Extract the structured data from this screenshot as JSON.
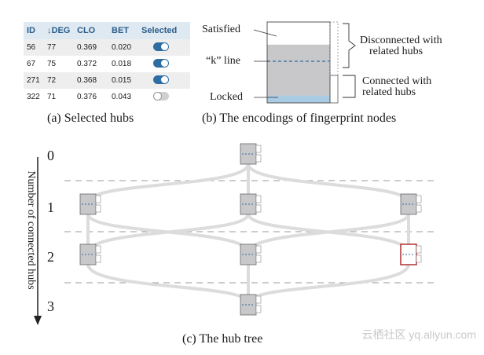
{
  "table": {
    "headers": [
      "ID",
      "↓DEG",
      "CLO",
      "BET",
      "Selected"
    ],
    "rows": [
      {
        "id": "56",
        "deg": "77",
        "clo": "0.369",
        "bet": "0.020",
        "selected": true
      },
      {
        "id": "67",
        "deg": "75",
        "clo": "0.372",
        "bet": "0.018",
        "selected": true
      },
      {
        "id": "271",
        "deg": "72",
        "clo": "0.368",
        "bet": "0.015",
        "selected": true
      },
      {
        "id": "322",
        "deg": "71",
        "clo": "0.376",
        "bet": "0.043",
        "selected": false
      }
    ],
    "toggle_on_color": "#2e6da4",
    "toggle_off_color": "#cfcfcf"
  },
  "captions": {
    "a": "(a) Selected hubs",
    "b": "(b) The encodings of fingerprint nodes",
    "c": "(c) The hub tree"
  },
  "encoding": {
    "satisfied": "Satisfied",
    "k_line": "“k” line",
    "locked": "Locked",
    "disconnected_line1": "Disconnected with",
    "disconnected_line2": "related hubs",
    "connected_line1": "Connected with",
    "connected_line2": "related hubs",
    "satisfied_fill_fraction": 0.72,
    "locked_fill_fraction": 0.09,
    "gray_fill": "#c8c8ca",
    "blue_fill": "#a9cbe4"
  },
  "tree": {
    "axis_label": "Number of connected hubs",
    "levels": [
      "0",
      "1",
      "2",
      "3"
    ],
    "highlight_color": "#b03030",
    "node_fill": "#c8c8ca",
    "link_color": "#d9d9d9"
  },
  "watermark": "云栖社区 yq.aliyun.com"
}
